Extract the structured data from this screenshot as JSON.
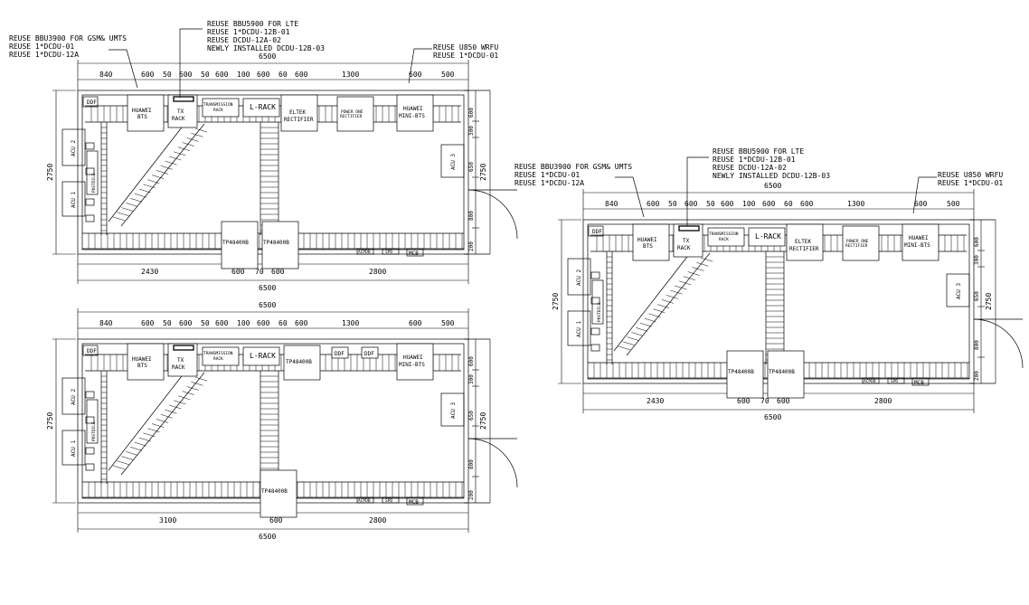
{
  "notes": {
    "bbu3900": [
      "REUSE BBU3900 FOR GSM& UMTS",
      "REUSE 1*DCDU-01",
      "REUSE 1*DCDU-12A"
    ],
    "bbu5900": [
      "REUSE BBU5900 FOR LTE",
      "REUSE 1*DCDU-12B-01",
      "REUSE DCDU-12A-02",
      "NEWLY INSTALLED DCDU-12B-03"
    ],
    "u850": [
      "REUSE U850 WRFU",
      "REUSE 1*DCDU-01"
    ]
  },
  "labels": {
    "ddf": "DDF",
    "huawei_bts": [
      "HUAWEI",
      "BTS"
    ],
    "tx_rack": [
      "TX",
      "RACK"
    ],
    "transmission_rack": [
      "TRANSMISSION",
      "RACK"
    ],
    "l_rack": "L-RACK",
    "eltek": [
      "ELTEK",
      "RECTIFIER"
    ],
    "power_one": [
      "POWER ONE",
      "RECTIFIER"
    ],
    "huawei_mini": [
      "HUAWEI",
      "MINI-BTS"
    ],
    "acu1": "ACU 1",
    "acu2": "ACU 2",
    "acu3": "ACU 3",
    "tp48400b": "TP48400B",
    "mcb": "MCB",
    "acpdb": "ACPDB",
    "spd": "SPD",
    "postdile": "POSTDILE"
  },
  "dims": {
    "total": "6500",
    "height": "2750",
    "top": [
      "840",
      "600",
      "50",
      "600",
      "50",
      "600",
      "100",
      "600",
      "60",
      "600",
      "1300",
      "600",
      "500"
    ],
    "right": [
      "600",
      "300",
      "650",
      "800",
      "200"
    ],
    "bottom_a": [
      "2430",
      "600",
      "70",
      "600",
      "2800"
    ],
    "bottom_b": [
      "3100",
      "600",
      "2800"
    ]
  }
}
